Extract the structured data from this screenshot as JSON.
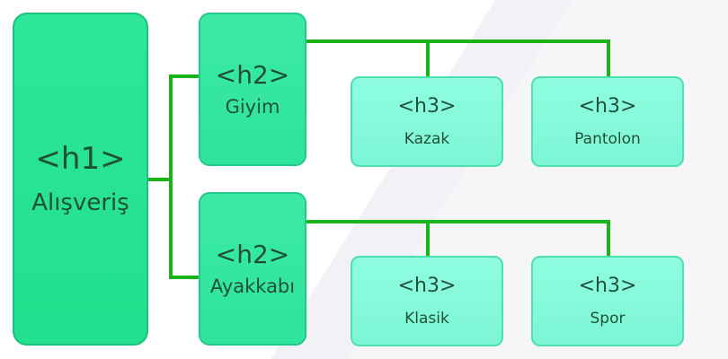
{
  "diagram": {
    "root": {
      "tag": "<h1>",
      "label": "Alışveriş"
    },
    "branches": [
      {
        "tag": "<h2>",
        "label": "Giyim",
        "children": [
          {
            "tag": "<h3>",
            "label": "Kazak"
          },
          {
            "tag": "<h3>",
            "label": "Pantolon"
          }
        ]
      },
      {
        "tag": "<h2>",
        "label": "Ayakkabı",
        "children": [
          {
            "tag": "<h3>",
            "label": "Klasik"
          },
          {
            "tag": "<h3>",
            "label": "Spor"
          }
        ]
      }
    ]
  },
  "colors": {
    "connector": "#18b418",
    "h1_fill": "#26e293",
    "h2_fill": "#34e6a0",
    "h3_fill": "#86f9da",
    "text": "#1f5136"
  }
}
